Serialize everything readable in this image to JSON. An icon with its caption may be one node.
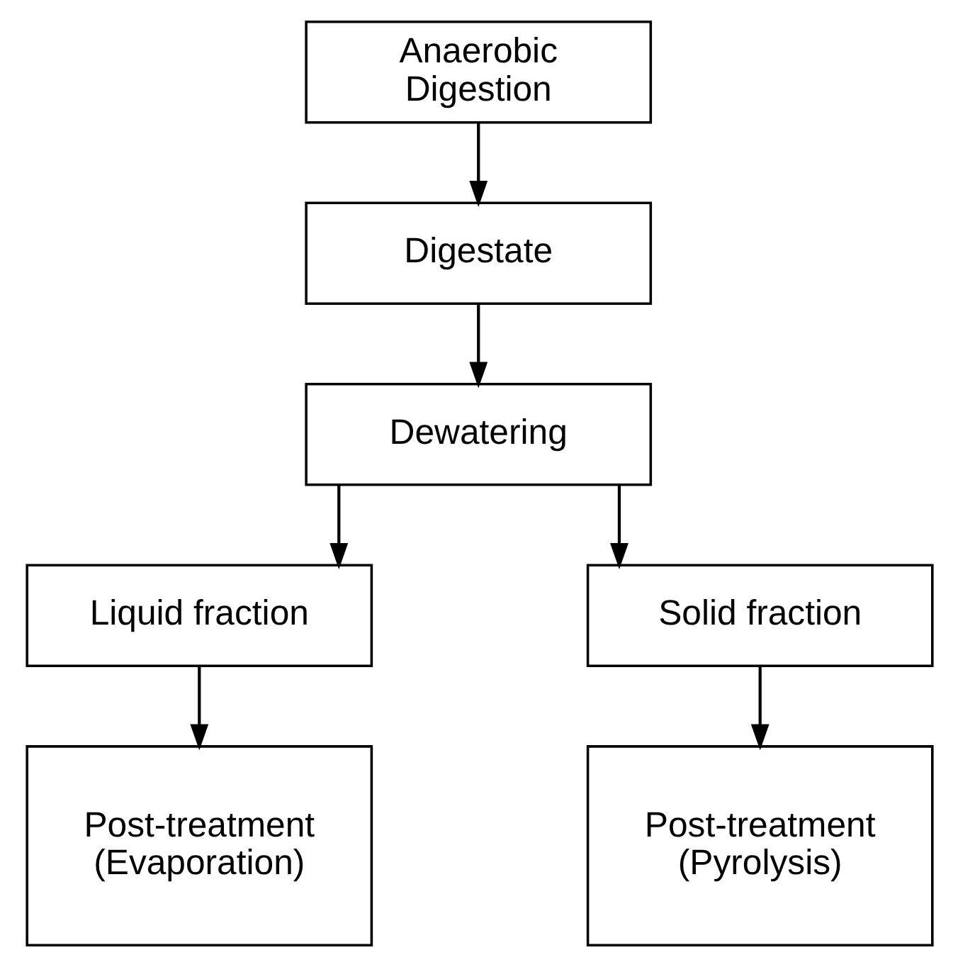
{
  "diagram": {
    "nodes": [
      {
        "text": [
          "Anaerobic Digestion"
        ]
      },
      {
        "text": [
          "Digestate"
        ]
      },
      {
        "text": [
          "Dewatering"
        ]
      },
      {
        "text": [
          "Liquid fraction"
        ]
      },
      {
        "text": [
          "Solid fraction"
        ]
      },
      {
        "text": [
          "Post-treatment (Evaporation)"
        ]
      },
      {
        "text": [
          "Post-treatment (Pyrolysis)"
        ]
      }
    ],
    "edges": [
      {
        "from": 0,
        "to": 1,
        "arrow": "to"
      },
      {
        "from": 1,
        "to": 2,
        "arrow": "to"
      },
      {
        "from": 2,
        "to": 3,
        "arrow": "to"
      },
      {
        "from": 2,
        "to": 4,
        "arrow": "to"
      },
      {
        "from": 3,
        "to": 5,
        "arrow": "to"
      },
      {
        "from": 4,
        "to": 6,
        "arrow": "to"
      }
    ]
  }
}
